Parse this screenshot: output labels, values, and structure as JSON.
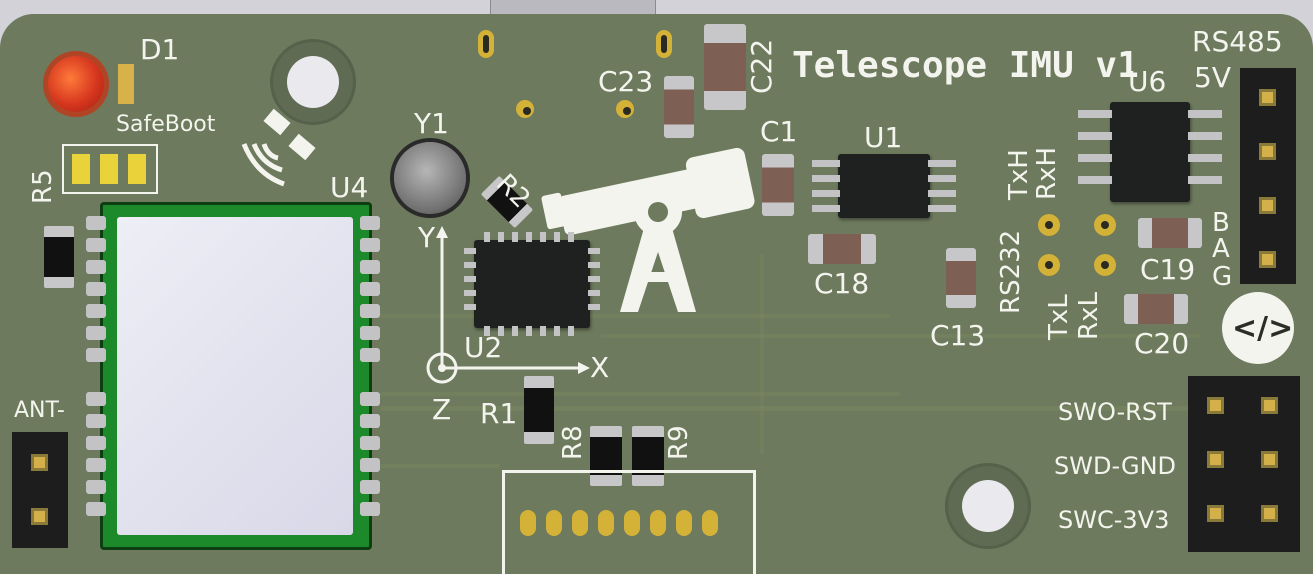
{
  "board": {
    "title": "Telescope IMU v1",
    "colors": {
      "mask": "#6d7a5d",
      "silk": "#f4f4ee",
      "copper": "#d4b238"
    }
  },
  "labels": {
    "d1": "D1",
    "safeboot": "SafeBoot",
    "r5": "R5",
    "u4": "U4",
    "y1": "Y1",
    "r2": "R2",
    "c23": "C23",
    "c22": "C22",
    "c1": "C1",
    "u1": "U1",
    "u6": "U6",
    "rs485": "RS485",
    "v5": "5V",
    "txh": "TxH",
    "rxh": "RxH",
    "rs232": "RS232",
    "txl": "TxL",
    "rxl": "RxL",
    "c18": "C18",
    "c13": "C13",
    "c19": "C19",
    "c20": "C20",
    "b": "B",
    "a": "A",
    "g": "G",
    "u2": "U2",
    "y_axis": "Y",
    "x_axis": "X",
    "z_axis": "Z",
    "r1": "R1",
    "r8": "R8",
    "r9": "R9",
    "ant": "ANT-",
    "swo_rst": "SWO-RST",
    "swd_gnd": "SWD-GND",
    "swc_3v3": "SWC-3V3",
    "code_logo": "</>"
  }
}
